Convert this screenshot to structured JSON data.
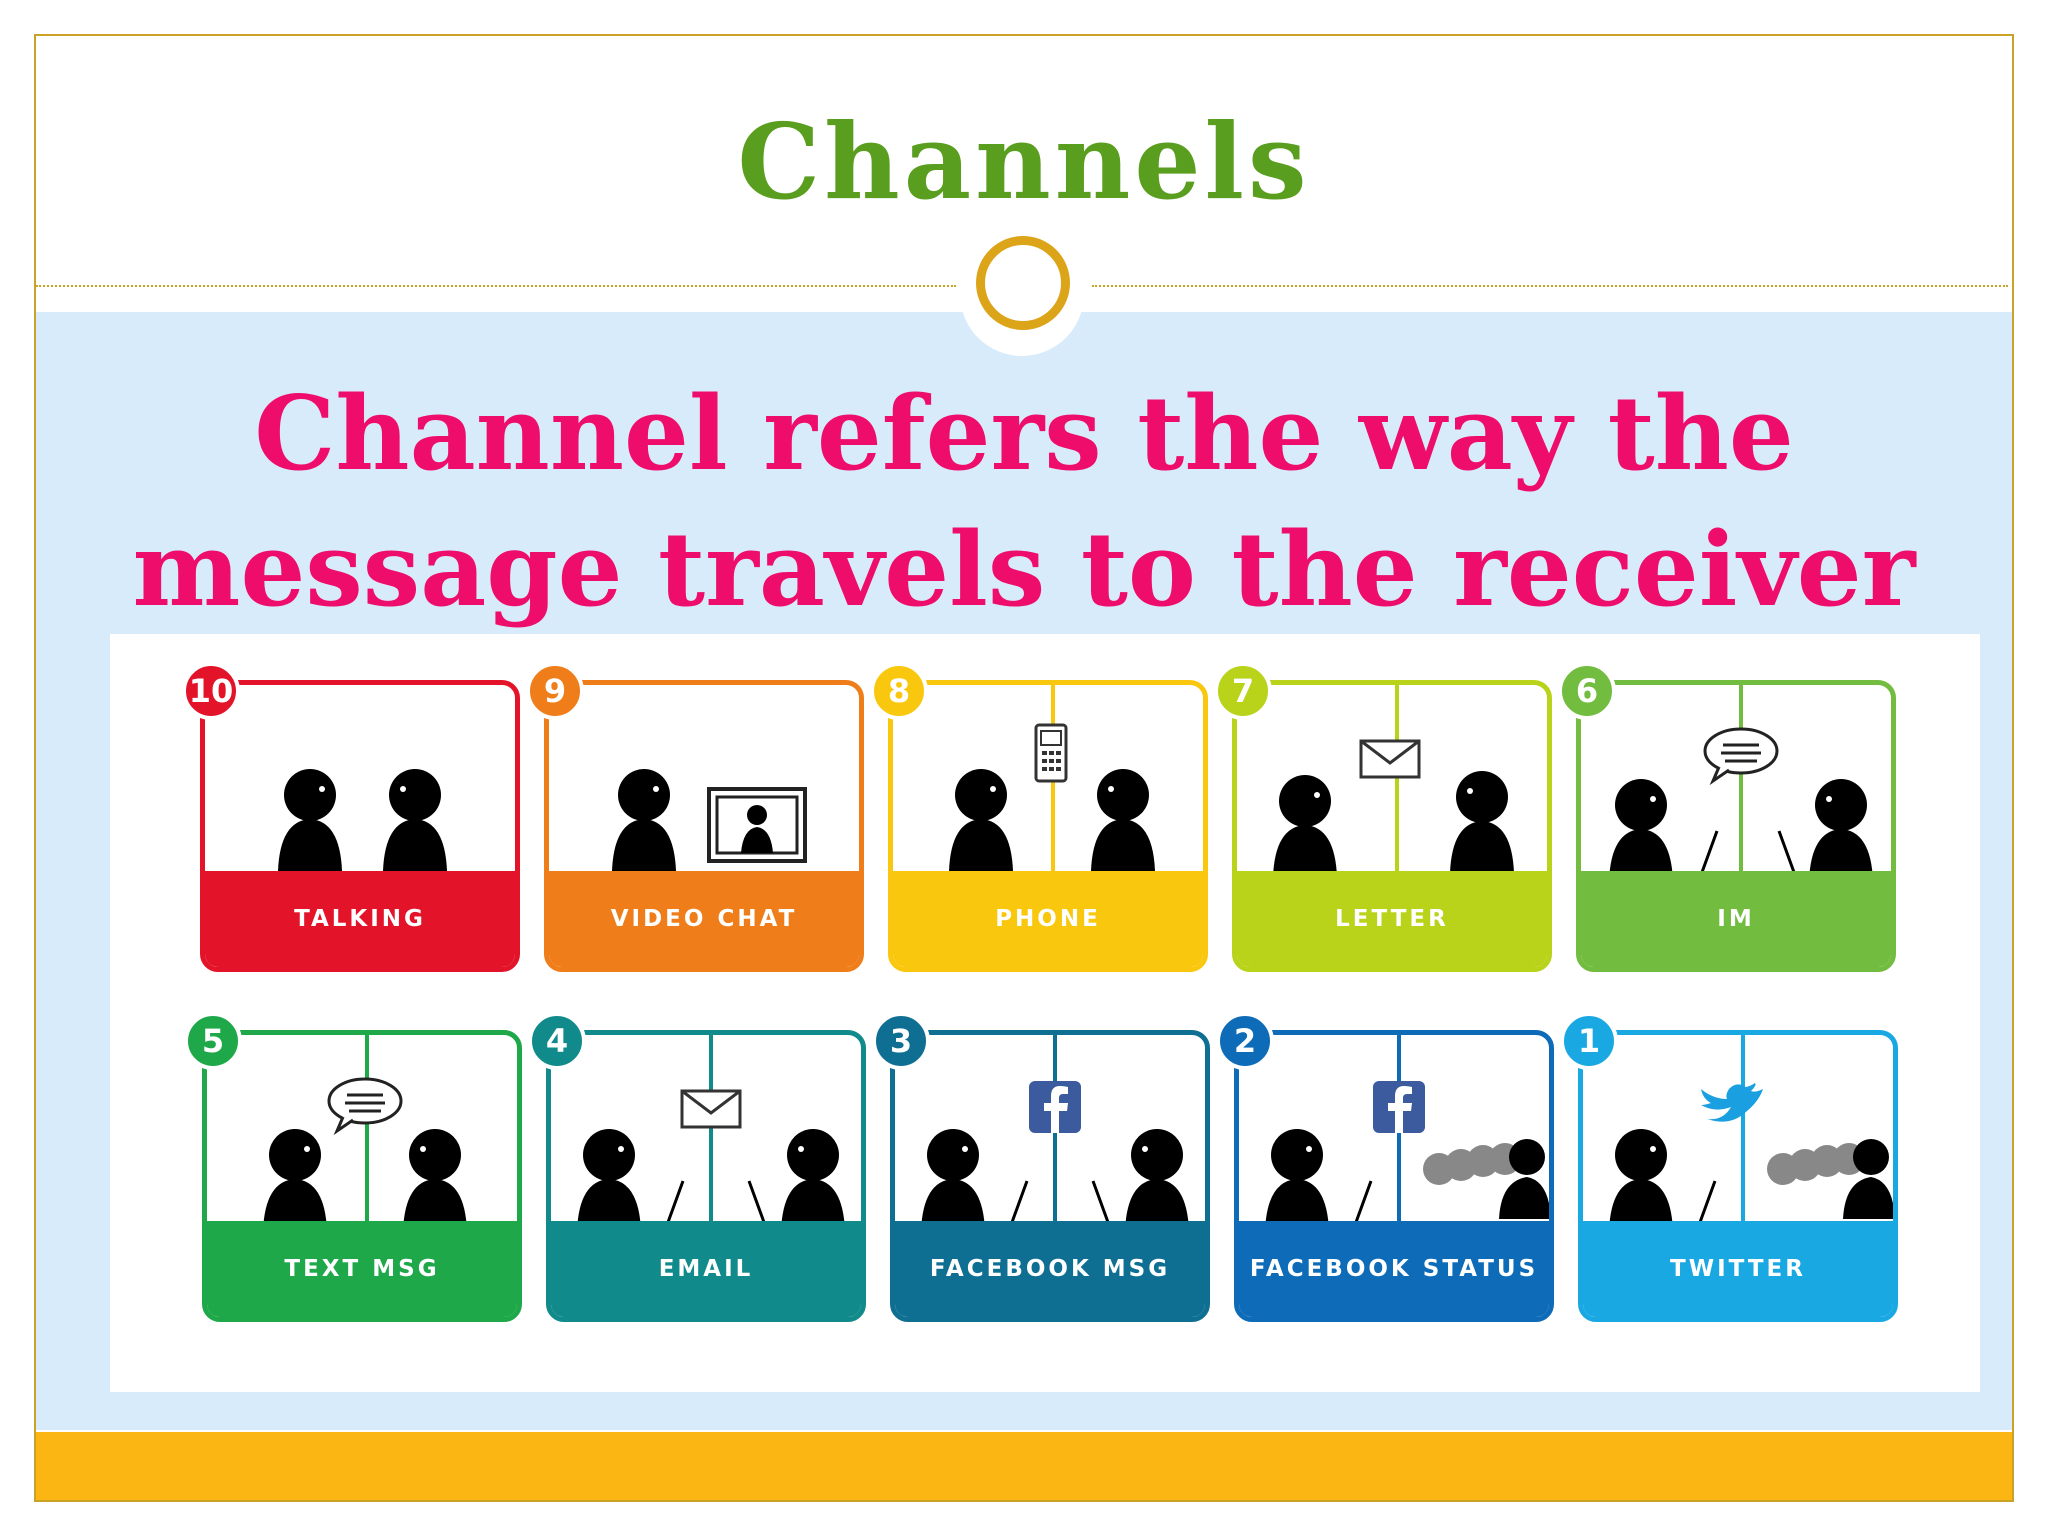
{
  "slide": {
    "title": "Channels",
    "headline_line1": "Channel refers the way the",
    "headline_line2": "message travels to the receiver"
  },
  "channels": [
    {
      "rank": "10",
      "label": "TALKING",
      "color": "#e3142a",
      "scene": "talking"
    },
    {
      "rank": "9",
      "label": "VIDEO CHAT",
      "color": "#ef7d1a",
      "scene": "video"
    },
    {
      "rank": "8",
      "label": "PHONE",
      "color": "#f9c80e",
      "scene": "phone"
    },
    {
      "rank": "7",
      "label": "LETTER",
      "color": "#b9d21a",
      "scene": "letter"
    },
    {
      "rank": "6",
      "label": "IM",
      "color": "#72bc3f",
      "scene": "im"
    },
    {
      "rank": "5",
      "label": "TEXT MSG",
      "color": "#1ea84a",
      "scene": "text"
    },
    {
      "rank": "4",
      "label": "EMAIL",
      "color": "#108a8a",
      "scene": "email"
    },
    {
      "rank": "3",
      "label": "FACEBOOK MSG",
      "color": "#0f6f93",
      "scene": "fbmsg"
    },
    {
      "rank": "2",
      "label": "FACEBOOK STATUS",
      "color": "#0e6bb8",
      "scene": "fbstatus"
    },
    {
      "rank": "1",
      "label": "TWITTER",
      "color": "#1aa8e3",
      "scene": "twitter"
    }
  ],
  "colors": {
    "title": "#5a9e1f",
    "headline": "#ee0d6b",
    "band": "#d8ebfa",
    "accent_gold": "#dca418",
    "bottom_bar": "#fbb614"
  }
}
